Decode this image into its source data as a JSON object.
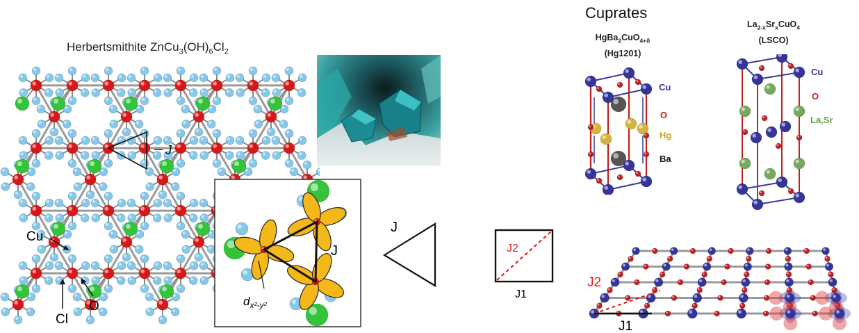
{
  "herbertsmithite": {
    "formula_prefix": "Herbertsmithite ZnCu",
    "sub1": "3",
    "formula_mid": "(OH)",
    "sub2": "6",
    "formula_suffix": "Cl",
    "sub3": "2",
    "label_j": "J",
    "label_cu": "Cu",
    "label_cl": "Cl",
    "label_o": "O"
  },
  "inset": {
    "label_j": "J",
    "orbital_d": "d",
    "orbital_sub": "x²-y²"
  },
  "triangle": {
    "label_j": "J"
  },
  "square": {
    "label_j1": "J1",
    "label_j2": "J2"
  },
  "cuprates": {
    "title": "Cuprates",
    "hg1201_formula": "HgBa",
    "hg1201_sub1": "2",
    "hg1201_mid": "CuO",
    "hg1201_sub2": "4+δ",
    "hg1201_name": "(Hg1201)",
    "lsco_prefix": "La",
    "lsco_sub1": "2-x",
    "lsco_mid": "Sr",
    "lsco_sub2": "x",
    "lsco_mid2": "CuO",
    "lsco_sub3": "4",
    "lsco_name": "(LSCO)",
    "legend_hg": [
      "Cu",
      "O",
      "Hg",
      "Ba"
    ],
    "legend_lsco": [
      "Cu",
      "O",
      "La,Sr"
    ]
  },
  "lattice": {
    "label_j1": "J1",
    "label_j2": "J2"
  },
  "colors": {
    "cu_red": "#d81818",
    "oh_blue": "#86c8ea",
    "cl_green": "#33c43a",
    "cuprate_blue": "#34349a",
    "oxygen_red": "#c02020",
    "hg_gold": "#d4b43a",
    "ba_gray": "#555555",
    "la_green": "#77a85c",
    "orbital": "#f4b81a",
    "j2_red": "#e02020"
  }
}
